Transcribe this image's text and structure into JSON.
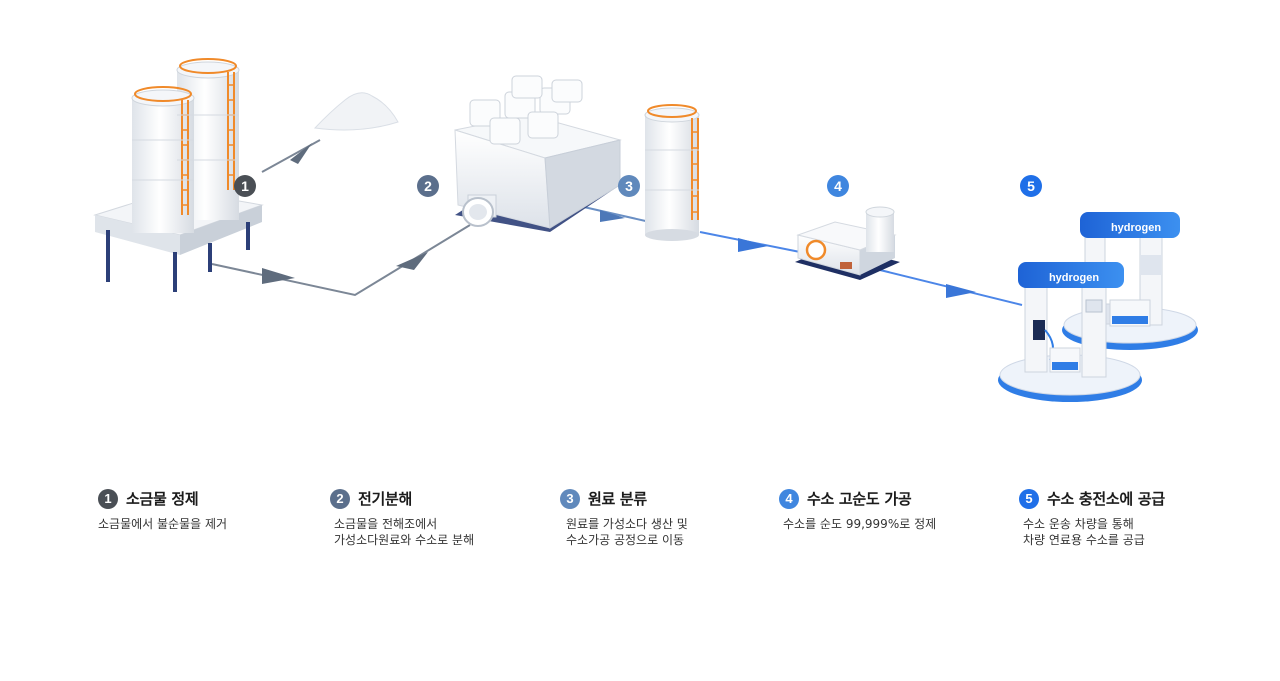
{
  "colors": {
    "step1": "#4a4f55",
    "step2": "#5b6f8c",
    "step3": "#6089bc",
    "step4": "#3f86df",
    "step5": "#1f6fe8",
    "gray_arrow": "#7c8796",
    "blue_arrow": "#4c86e8",
    "frame": "#2c3f78",
    "ladder": "#f08a2a",
    "station_blue": "#2f7de6"
  },
  "steps": [
    {
      "number": "1",
      "title": "소금물 정제",
      "desc": [
        "소금물에서 불순물을 제거"
      ]
    },
    {
      "number": "2",
      "title": "전기분해",
      "desc": [
        "소금물을 전해조에서",
        "가성소다원료와 수소로 분해"
      ]
    },
    {
      "number": "3",
      "title": "원료 분류",
      "desc": [
        "원료를 가성소다 생산 및",
        "수소가공 공정으로 이동"
      ]
    },
    {
      "number": "4",
      "title": "수소 고순도 가공",
      "desc": [
        "수소를 순도 99,999%로 정제"
      ]
    },
    {
      "number": "5",
      "title": "수소 충전소에 공급",
      "desc": [
        "수소 운송 차량을 통해",
        "차량 연료용 수소를 공급"
      ]
    }
  ],
  "station": {
    "sign_back": "hydrogen",
    "sign_front": "hydrogen"
  }
}
